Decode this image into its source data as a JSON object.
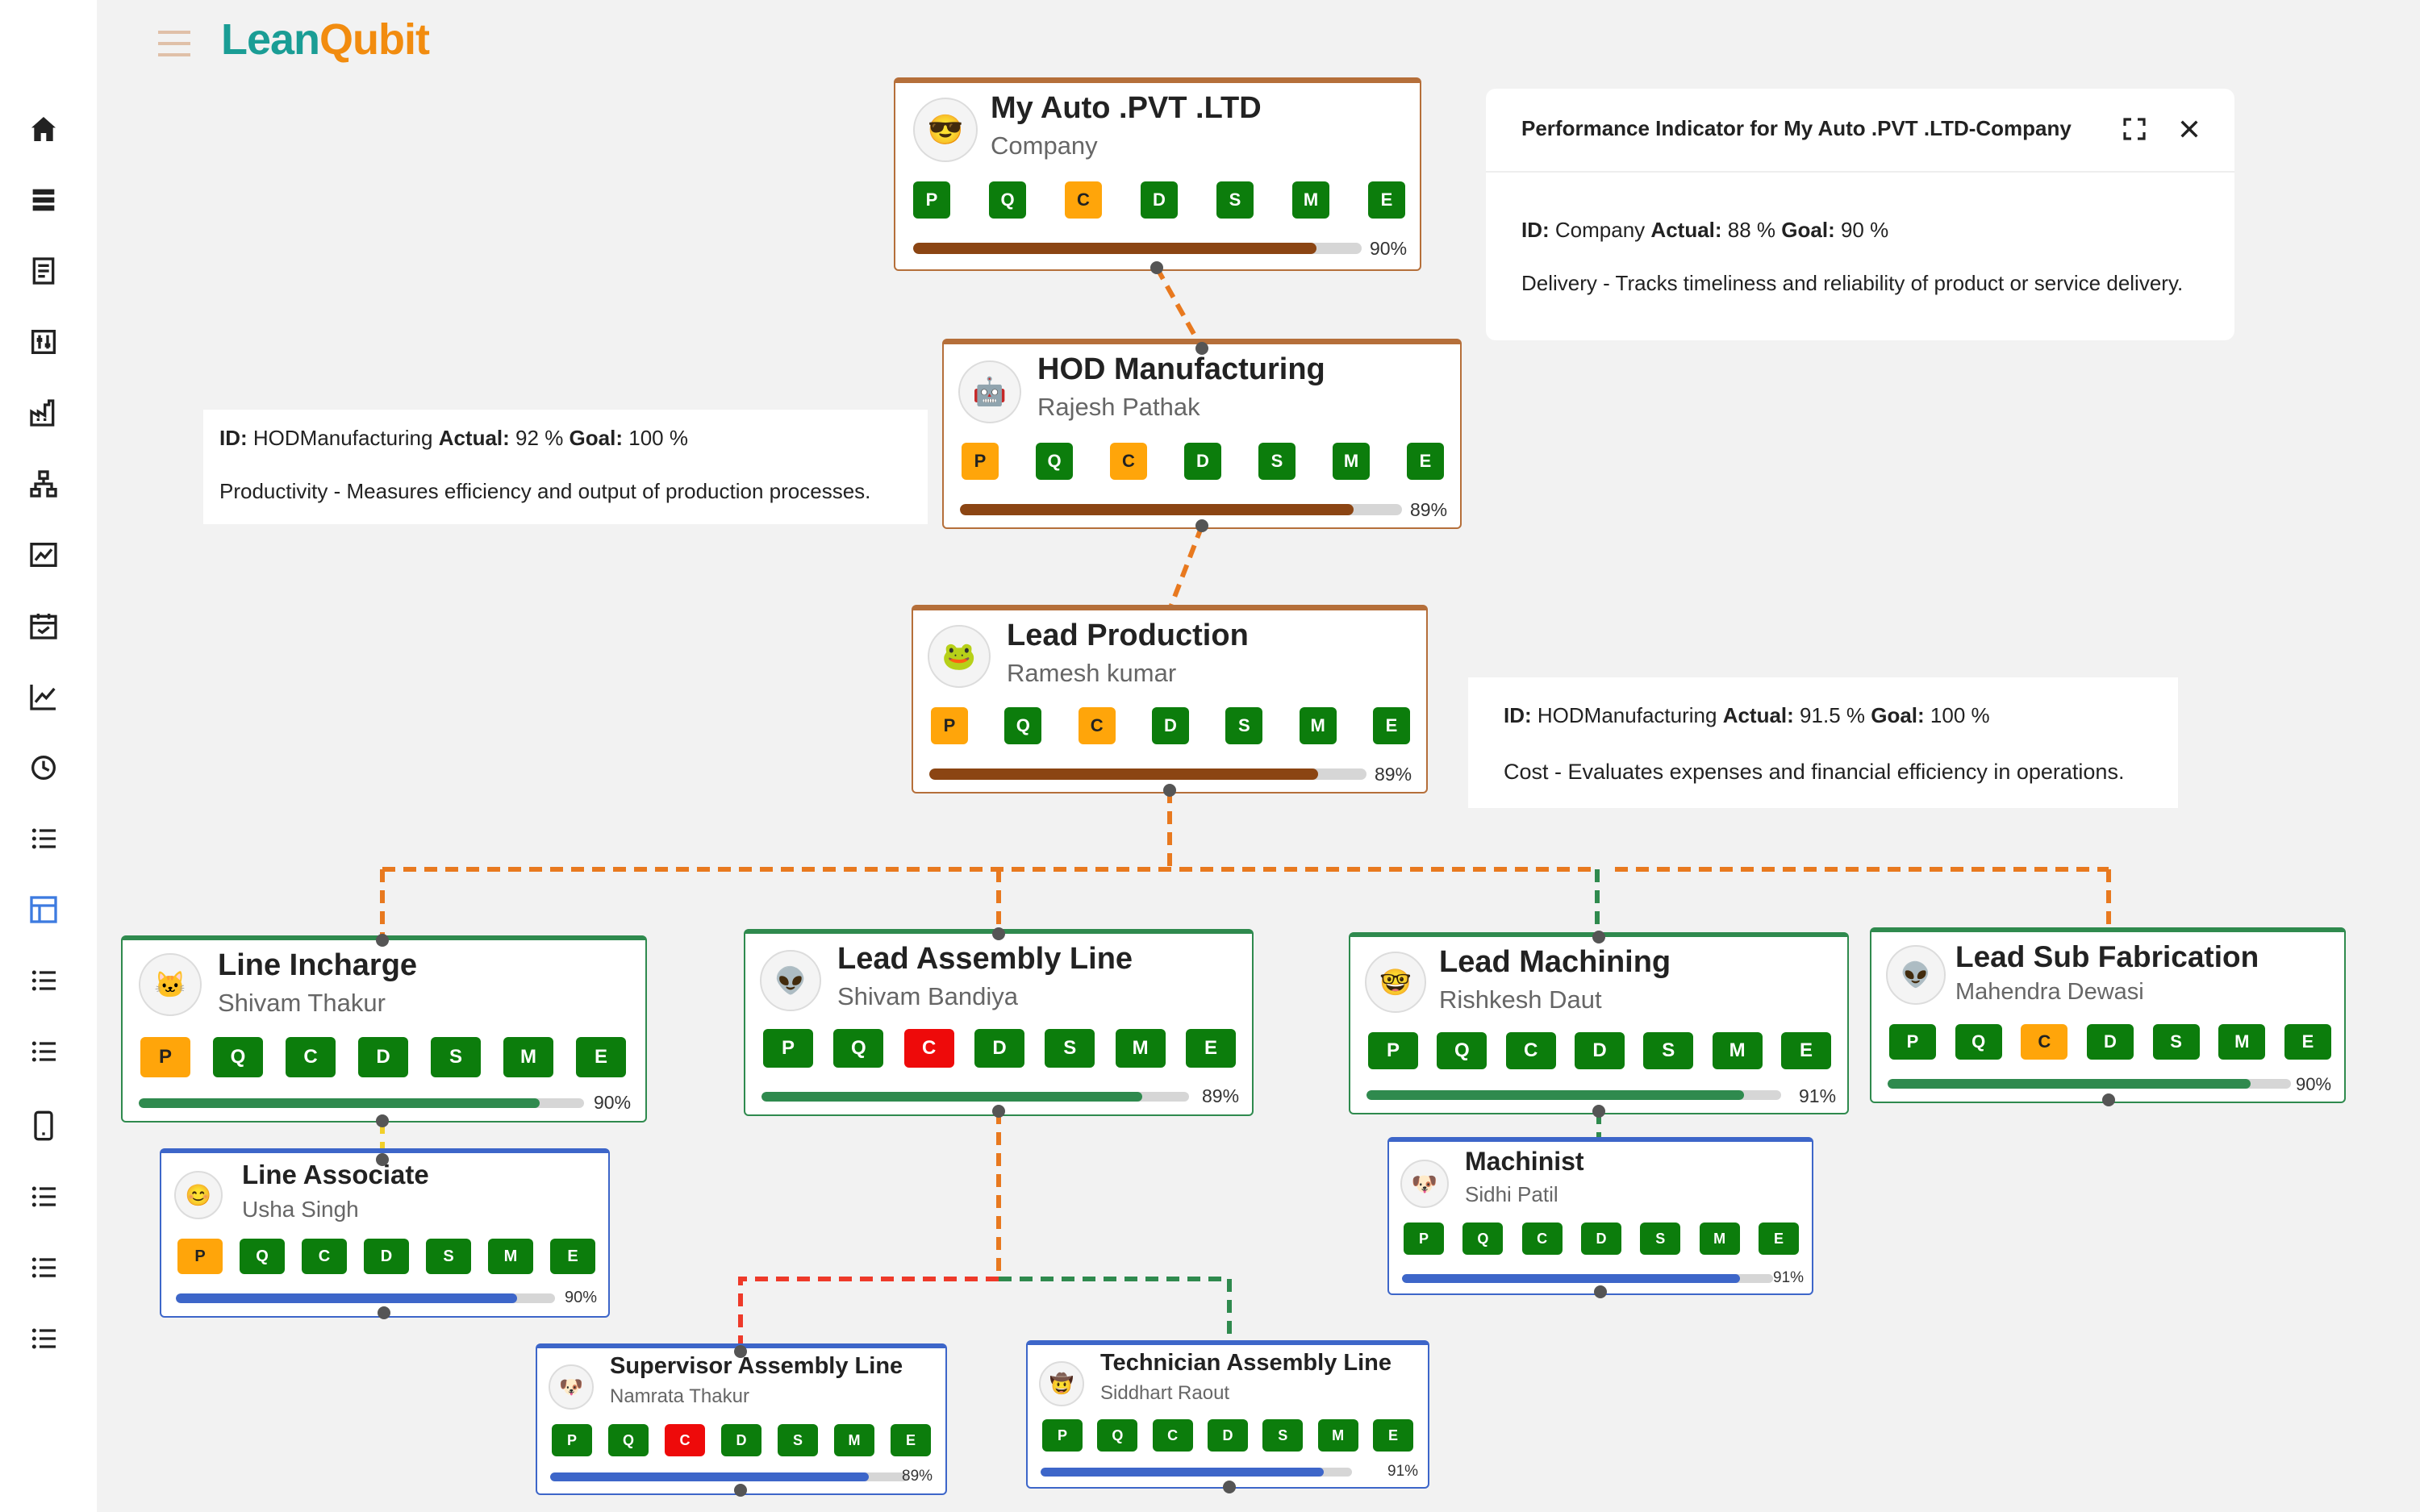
{
  "app": {
    "logo_part1": "Lean",
    "logo_part2": "Qubit"
  },
  "sidebar": {
    "icons": [
      "home-icon",
      "layers-icon",
      "document-icon",
      "sliders-icon",
      "factory-icon",
      "org-chart-icon",
      "line-chart-icon",
      "calendar-icon",
      "trend-chart-icon",
      "history-icon",
      "list-icon",
      "layout-icon",
      "list-icon",
      "list-icon",
      "tablet-icon",
      "list-icon",
      "list-icon",
      "list-icon"
    ],
    "active_icon": "layout-icon",
    "active_color": "#3d7be0"
  },
  "kpi_letters": [
    "P",
    "Q",
    "C",
    "D",
    "S",
    "M",
    "E"
  ],
  "colors": {
    "green": "#0c7d0c",
    "amber": "#ffa50a",
    "red": "#ee0a0a",
    "brown": "#8b4513",
    "bar_green": "#2f8a4e",
    "bar_blue": "#3d66c9"
  },
  "nodes": {
    "company": {
      "title": "My Auto .PVT .LTD",
      "subtitle": "Company",
      "avatar": "😎",
      "kpis": [
        "g",
        "g",
        "o",
        "g",
        "g",
        "g",
        "g"
      ],
      "progress_percent": 90,
      "progress_label": "90%"
    },
    "hod": {
      "title": "HOD Manufacturing",
      "subtitle": "Rajesh Pathak",
      "avatar": "🤖",
      "kpis": [
        "o",
        "g",
        "o",
        "g",
        "g",
        "g",
        "g"
      ],
      "progress_percent": 89,
      "progress_label": "89%"
    },
    "lead_production": {
      "title": "Lead Production",
      "subtitle": "Ramesh kumar",
      "avatar": "🐸",
      "kpis": [
        "o",
        "g",
        "o",
        "g",
        "g",
        "g",
        "g"
      ],
      "progress_percent": 89,
      "progress_label": "89%"
    },
    "line_incharge": {
      "title": "Line Incharge",
      "subtitle": "Shivam Thakur",
      "avatar": "🐱",
      "kpis": [
        "o",
        "g",
        "g",
        "g",
        "g",
        "g",
        "g"
      ],
      "progress_percent": 90,
      "progress_label": "90%"
    },
    "lead_assembly": {
      "title": "Lead Assembly Line",
      "subtitle": "Shivam Bandiya",
      "avatar": "👽",
      "kpis": [
        "g",
        "g",
        "r",
        "g",
        "g",
        "g",
        "g"
      ],
      "progress_percent": 89,
      "progress_label": "89%"
    },
    "lead_machining": {
      "title": "Lead Machining",
      "subtitle": "Rishkesh Daut",
      "avatar": "🤓",
      "kpis": [
        "g",
        "g",
        "g",
        "g",
        "g",
        "g",
        "g"
      ],
      "progress_percent": 91,
      "progress_label": "91%"
    },
    "lead_sub_fab": {
      "title": "Lead Sub Fabrication",
      "subtitle": "Mahendra Dewasi",
      "avatar": "👽",
      "kpis": [
        "g",
        "g",
        "o",
        "g",
        "g",
        "g",
        "g"
      ],
      "progress_percent": 90,
      "progress_label": "90%"
    },
    "line_associate": {
      "title": "Line Associate",
      "subtitle": "Usha Singh",
      "avatar": "😊",
      "kpis": [
        "o",
        "g",
        "g",
        "g",
        "g",
        "g",
        "g"
      ],
      "progress_percent": 90,
      "progress_label": "90%"
    },
    "machinist": {
      "title": "Machinist",
      "subtitle": "Sidhi Patil",
      "avatar": "🐶",
      "kpis": [
        "g",
        "g",
        "g",
        "g",
        "g",
        "g",
        "g"
      ],
      "progress_percent": 91,
      "progress_label": "91%"
    },
    "supervisor_assembly": {
      "title": "Supervisor Assembly Line",
      "subtitle": "Namrata Thakur",
      "avatar": "🐶",
      "kpis": [
        "g",
        "g",
        "r",
        "g",
        "g",
        "g",
        "g"
      ],
      "progress_percent": 89,
      "progress_label": "89%"
    },
    "technician_assembly": {
      "title": "Technician Assembly Line",
      "subtitle": "Siddhart Raout",
      "avatar": "🤠",
      "kpis": [
        "g",
        "g",
        "g",
        "g",
        "g",
        "g",
        "g"
      ],
      "progress_percent": 91,
      "progress_label": "91%"
    }
  },
  "tooltips": {
    "hod": {
      "id_label": "ID:",
      "id_value": "HODManufacturing",
      "actual_label": "Actual:",
      "actual_value": "92 %",
      "goal_label": "Goal:",
      "goal_value": "100 %",
      "description": "Productivity - Measures efficiency and output of production processes."
    },
    "cost": {
      "id_label": "ID:",
      "id_value": "HODManufacturing",
      "actual_label": "Actual:",
      "actual_value": "91.5 %",
      "goal_label": "Goal:",
      "goal_value": "100 %",
      "description": "Cost - Evaluates expenses and financial efficiency in operations."
    }
  },
  "perf_panel": {
    "title": "Performance Indicator for My Auto .PVT .LTD-Company",
    "id_label": "ID:",
    "id_value": "Company",
    "actual_label": "Actual:",
    "actual_value": "88 %",
    "goal_label": "Goal:",
    "goal_value": "90 %",
    "description": "Delivery - Tracks timeliness and reliability of product or service delivery."
  }
}
